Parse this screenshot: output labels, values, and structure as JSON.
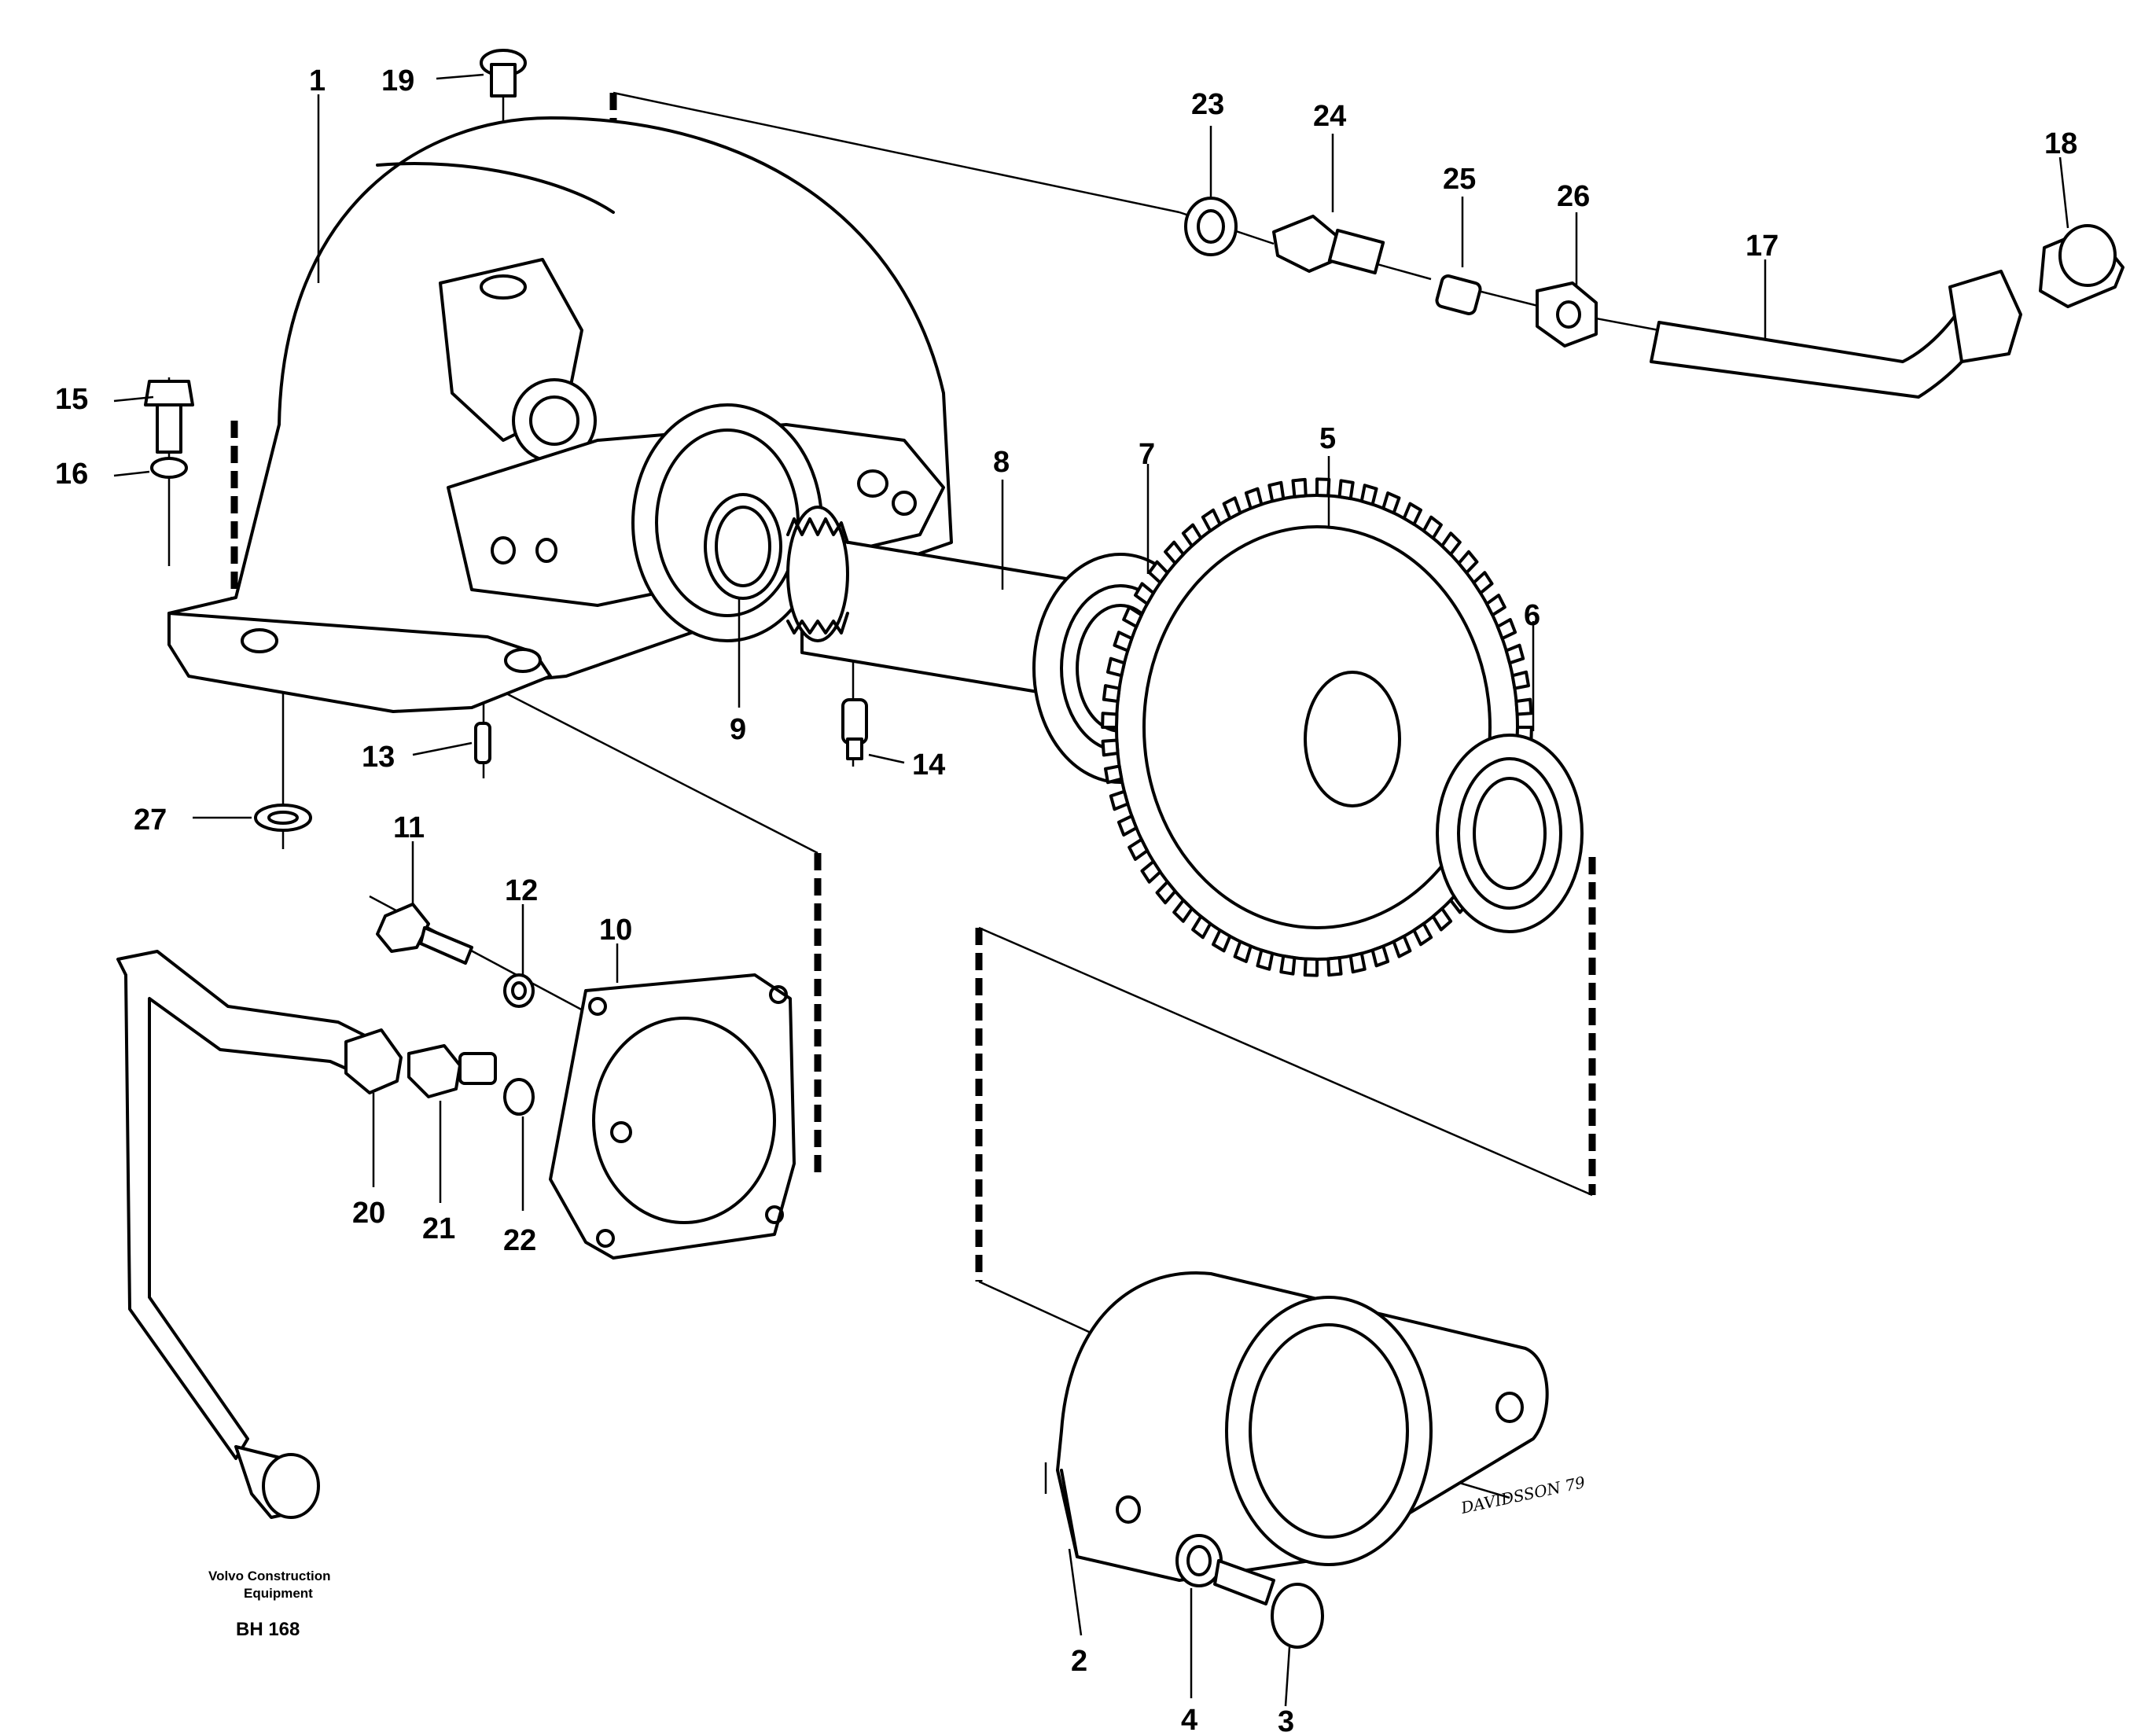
{
  "labels": {
    "1": "1",
    "2": "2",
    "3": "3",
    "4": "4",
    "5": "5",
    "6": "6",
    "7": "7",
    "8": "8",
    "9": "9",
    "10": "10",
    "11": "11",
    "12": "12",
    "13": "13",
    "14": "14",
    "15": "15",
    "16": "16",
    "17": "17",
    "18": "18",
    "19": "19",
    "20": "20",
    "21": "21",
    "22": "22",
    "23": "23",
    "24": "24",
    "25": "25",
    "26": "26",
    "27": "27"
  },
  "footer": {
    "company_line1": "Volvo Construction",
    "company_line2": "Equipment",
    "code": "BH 168"
  },
  "signature": "DAVIDSSON 79"
}
